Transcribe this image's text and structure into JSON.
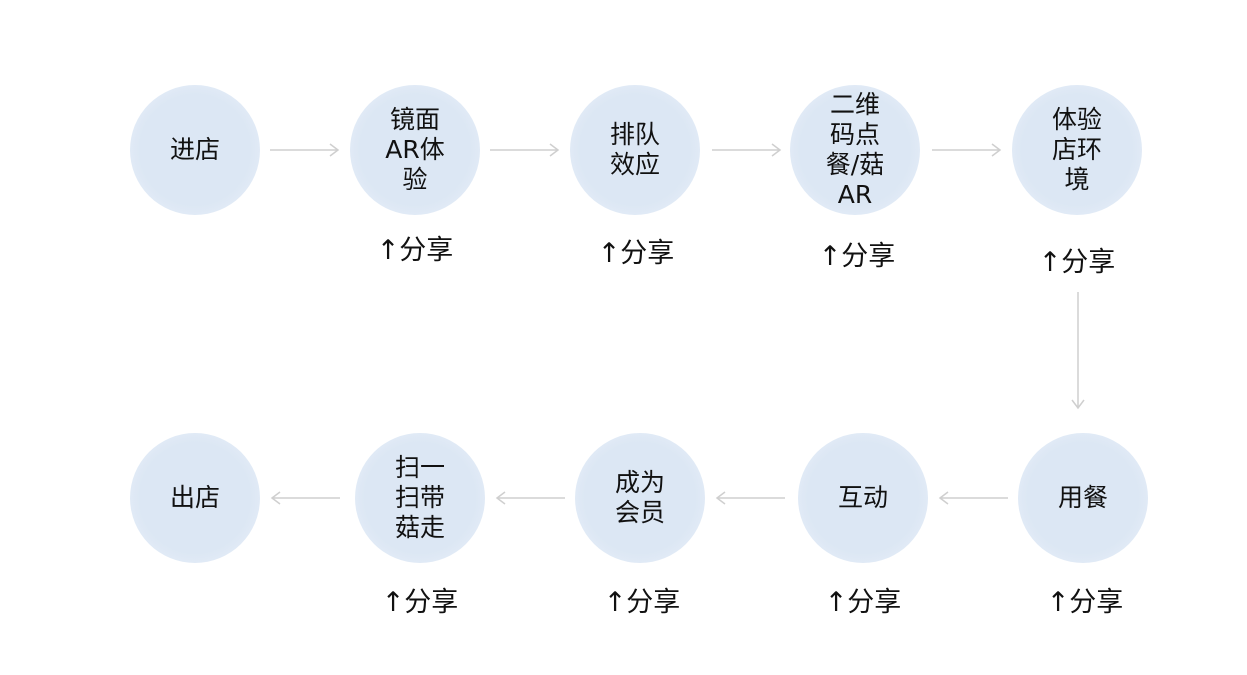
{
  "nodes": [
    {
      "label": "进店"
    },
    {
      "label": "镜面\nAR体\n验"
    },
    {
      "label": "排队\n效应"
    },
    {
      "label": "二维\n码点\n餐/菇\nAR"
    },
    {
      "label": "体验\n店环\n境"
    },
    {
      "label": "用餐"
    },
    {
      "label": "互动"
    },
    {
      "label": "成为\n会员"
    },
    {
      "label": "扫一\n扫带\n菇走"
    },
    {
      "label": "出店"
    }
  ],
  "share_label": "↑分享"
}
